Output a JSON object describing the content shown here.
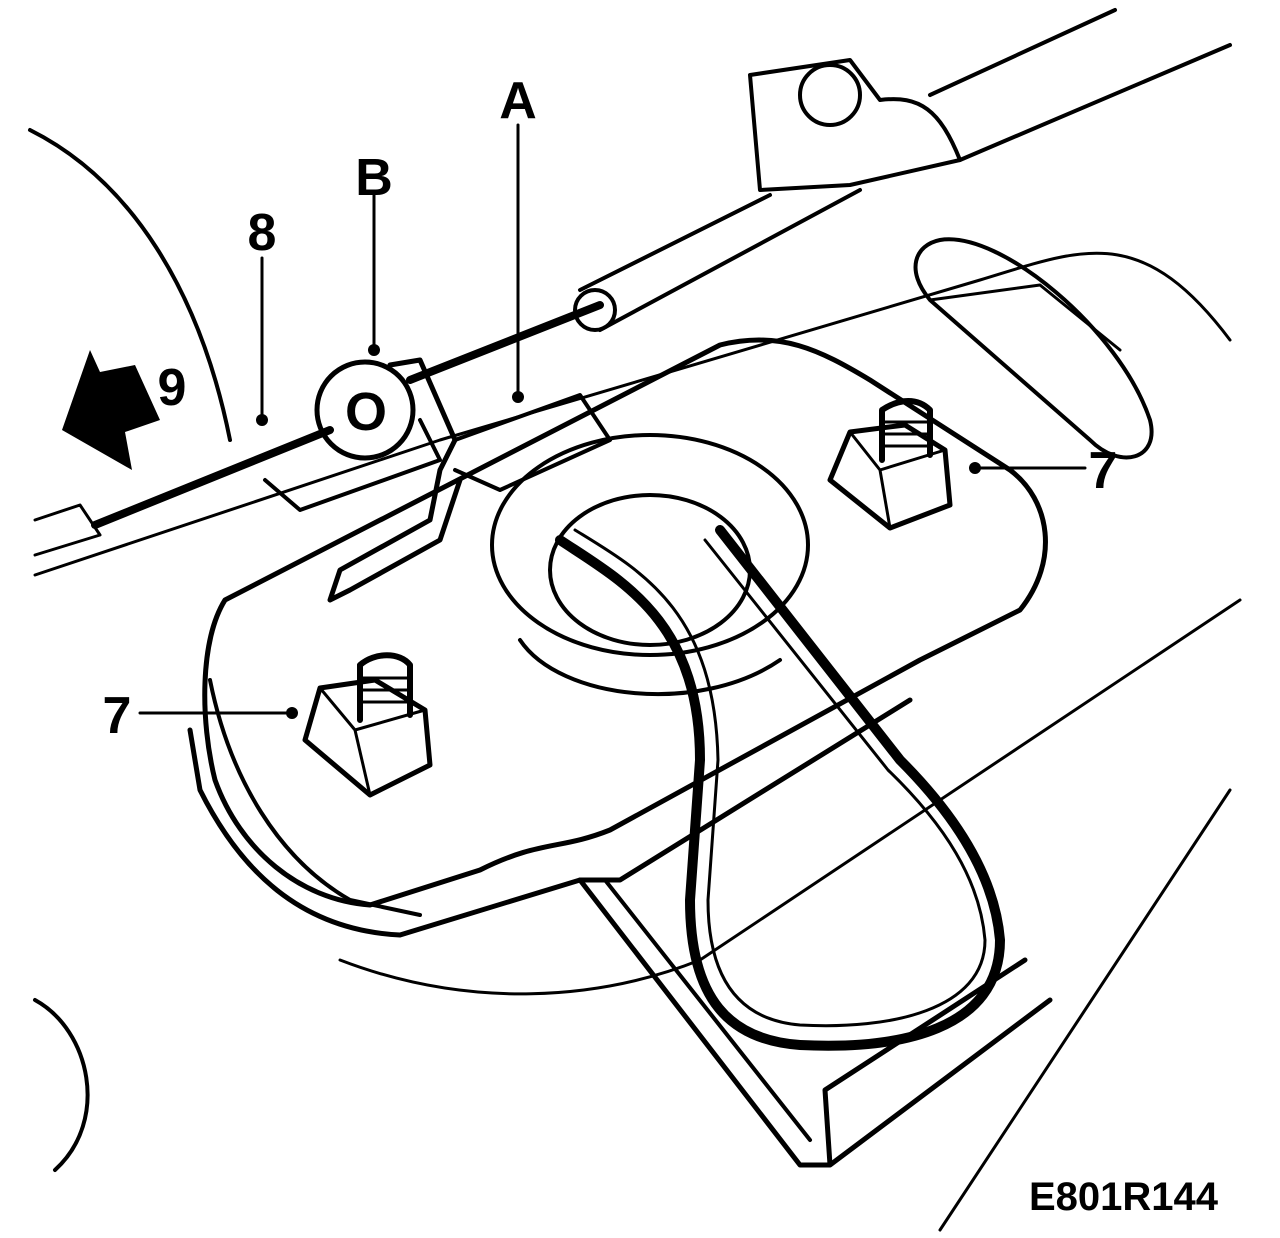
{
  "callouts": {
    "a": "A",
    "b": "B",
    "n8": "8",
    "n9": "9",
    "n7_right": "7",
    "n7_left": "7"
  },
  "figure_code": "E801R144",
  "colors": {
    "line": "#000000",
    "background": "#ffffff"
  }
}
